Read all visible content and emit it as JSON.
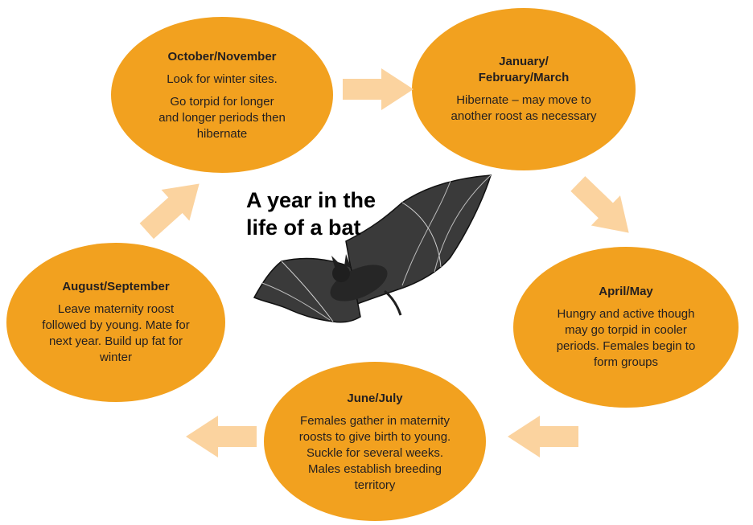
{
  "diagram": {
    "center_title_lines": [
      "A year in the",
      "life of a bat"
    ],
    "stages": [
      {
        "id": "oct",
        "title_lines": [
          "October/November"
        ],
        "paragraphs": [
          [
            "Look for winter sites."
          ],
          [
            "Go torpid for longer",
            "and longer periods then",
            "hibernate"
          ]
        ]
      },
      {
        "id": "jan",
        "title_lines": [
          "January/",
          "February/March"
        ],
        "paragraphs": [
          [
            "Hibernate – may move to",
            "another roost as necessary"
          ]
        ]
      },
      {
        "id": "apr",
        "title_lines": [
          "April/May"
        ],
        "paragraphs": [
          [
            "Hungry and active though",
            "may go torpid in cooler",
            "periods.  Females begin to",
            "form groups"
          ]
        ]
      },
      {
        "id": "jun",
        "title_lines": [
          "June/July"
        ],
        "paragraphs": [
          [
            "Females gather in maternity",
            "roosts to give birth to young.",
            "Suckle for several weeks.",
            "Males establish breeding",
            "territory"
          ]
        ]
      },
      {
        "id": "aug",
        "title_lines": [
          "August/September"
        ],
        "paragraphs": [
          [
            "Leave maternity roost",
            "followed by young.  Mate for",
            "next year.  Build up fat for",
            "winter"
          ]
        ]
      }
    ],
    "colors": {
      "stage_fill": "#f2a11f",
      "arrow_fill": "#fbd39f",
      "text": "#231f20",
      "bat": "#2b2b2b"
    },
    "icons": {
      "center_illustration": "bat-illustration",
      "connector": "arrow-right"
    }
  }
}
